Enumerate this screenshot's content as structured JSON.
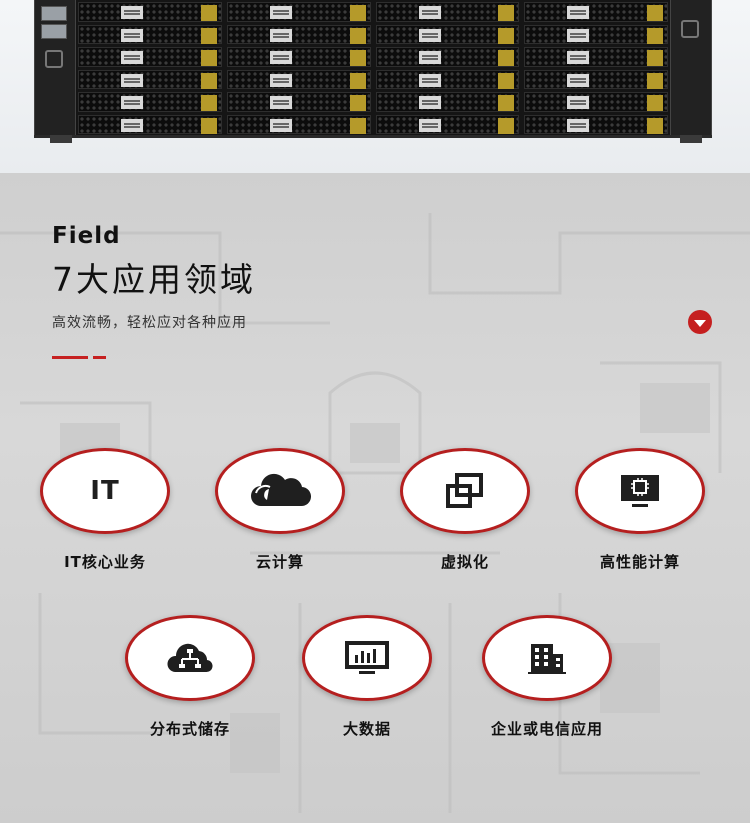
{
  "header": {
    "kicker": "Field",
    "title": "7大应用领域",
    "subtitle": "高效流畅，轻松应对各种应用"
  },
  "colors": {
    "accent": "#c51f1f",
    "ring": "#b51f1f",
    "icon": "#1f1f1f"
  },
  "applications": [
    {
      "label": "IT核心业务",
      "icon": "it-text-icon",
      "icon_text": "IT"
    },
    {
      "label": "云计算",
      "icon": "cloud-icon"
    },
    {
      "label": "虚拟化",
      "icon": "overlapping-squares-icon"
    },
    {
      "label": "高性能计算",
      "icon": "cpu-monitor-icon"
    },
    {
      "label": "分布式储存",
      "icon": "cloud-network-icon"
    },
    {
      "label": "大数据",
      "icon": "data-monitor-icon"
    },
    {
      "label": "企业或电信应用",
      "icon": "building-icon"
    }
  ]
}
